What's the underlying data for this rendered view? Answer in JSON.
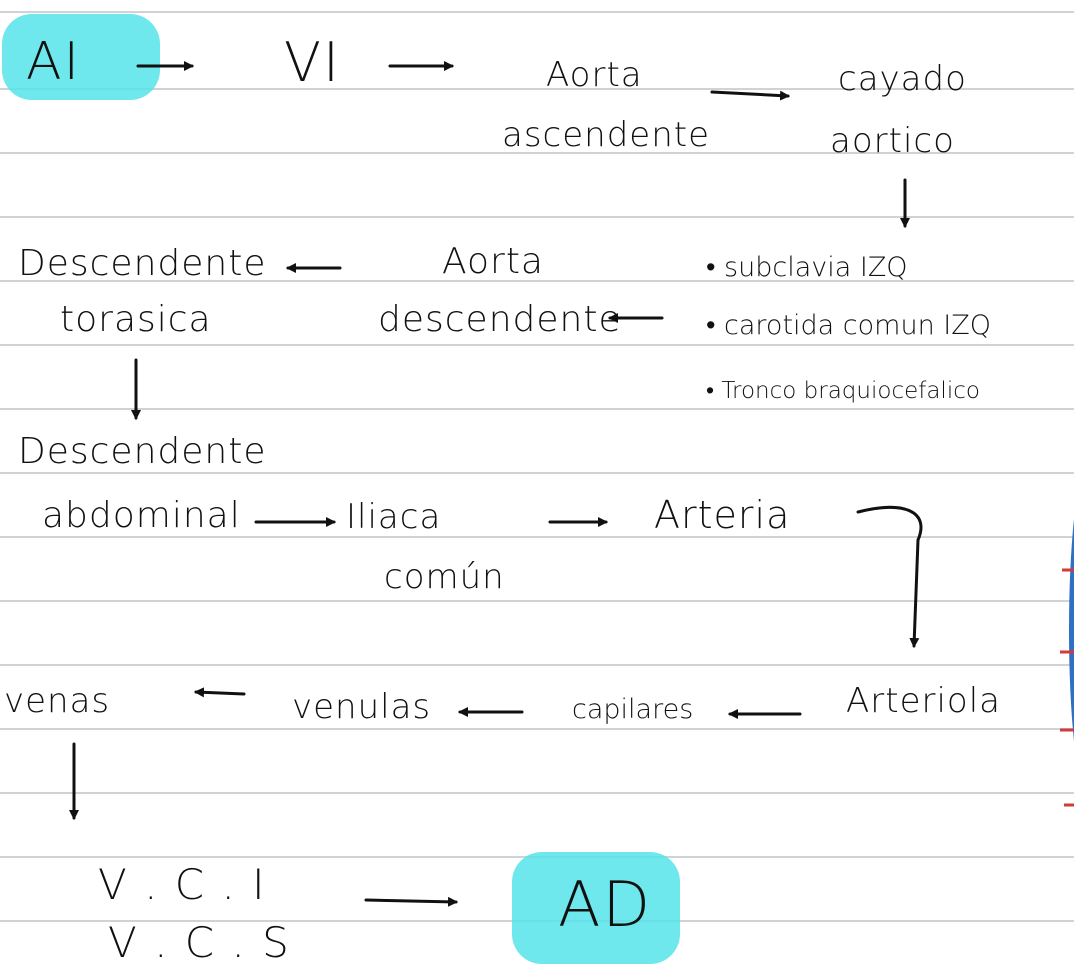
{
  "nodes": {
    "ai": "AI",
    "vi": "VI",
    "aorta_ascendente": [
      "Aorta",
      "ascendente"
    ],
    "cayado_aortico": [
      "cayado",
      "aortico"
    ],
    "branches": [
      "• subclavia  IZQ",
      "• carotida  comun IZQ",
      "• Tronco  braquiocefalico"
    ],
    "aorta_descendente": [
      "Aorta",
      "descendente"
    ],
    "descendente_torasica": [
      "Descendente",
      "torasica"
    ],
    "descendente_abdominal": [
      "Descendente",
      "abdominal"
    ],
    "iliaca_comun": [
      "Iliaca",
      "común"
    ],
    "arteria": "Arteria",
    "arteriola": "Arteriola",
    "capilares": "capilares",
    "venulas": "venulas",
    "venas": "venas",
    "vena_cava": [
      "V . C . I",
      "V . C . S"
    ],
    "ad": "AD"
  },
  "colors": {
    "highlight": "#55e3ea",
    "ink": "#111111",
    "ruled_line": "#cfd3d8",
    "binder_blue": "#2f6fc4",
    "binder_red": "#d33a3a"
  }
}
